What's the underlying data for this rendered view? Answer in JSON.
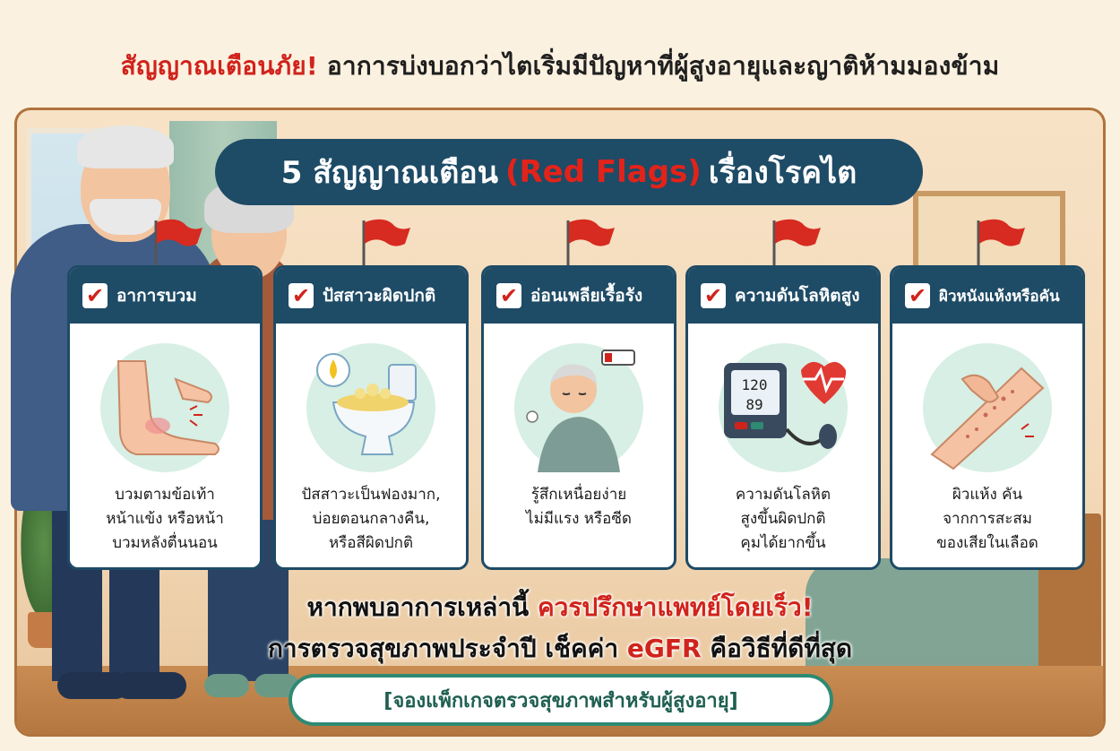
{
  "headline": {
    "alert": "สัญญาณเตือนภัย!",
    "rest": "อาการบ่งบอกว่าไตเริ่มมีปัญหาที่ผู้สูงอายุและญาติห้ามมองข้าม"
  },
  "title": {
    "prefix": "5 สัญญาณเตือน",
    "highlight": "(Red Flags)",
    "suffix": "เรื่องโรคไต"
  },
  "cards": [
    {
      "label": "อาการบวม",
      "icon": "swollen-foot-icon",
      "lines": [
        "บวมตามข้อเท้า",
        "หน้าแข้ง หรือหน้า",
        "บวมหลังตื่นนอน"
      ]
    },
    {
      "label": "ปัสสาวะผิดปกติ",
      "icon": "toilet-icon",
      "lines": [
        "ปัสสาวะเป็นฟองมาก,",
        "บ่อยตอนกลางคืน,",
        "หรือสีผิดปกติ"
      ]
    },
    {
      "label": "อ่อนเพลียเรื้อรัง",
      "icon": "tired-elder-icon",
      "lines": [
        "รู้สึกเหนื่อยง่าย",
        "ไม่มีแรง หรือซีด"
      ]
    },
    {
      "label": "ความดันโลหิตสูง",
      "icon": "blood-pressure-monitor-icon",
      "monitor": {
        "sys": "120",
        "dia": "89"
      },
      "lines": [
        "ความดันโลหิต",
        "สูงขึ้นผิดปกติ",
        "คุมได้ยากขึ้น"
      ]
    },
    {
      "label": "ผิวหนังแห้งหรือคัน",
      "icon": "itchy-skin-icon",
      "lines": [
        "ผิวแห้ง คัน",
        "จากการสะสม",
        "ของเสียในเลือด"
      ]
    }
  ],
  "cta": {
    "line1_prefix": "หากพบอาการเหล่านี้",
    "line1_highlight": "ควรปรึกษาแพทย์โดยเร็ว!",
    "line2_prefix": "การตรวจสุขภาพประจำปี เช็คค่า",
    "line2_highlight": "eGFR",
    "line2_suffix": "คือวิธีที่ดีที่สุด",
    "button": "[จองแพ็กเกจตรวจสุขภาพสำหรับผู้สูงอายุ]"
  },
  "colors": {
    "accent_red": "#d0231c",
    "navy": "#1e4b66",
    "teal": "#2e8a73"
  }
}
